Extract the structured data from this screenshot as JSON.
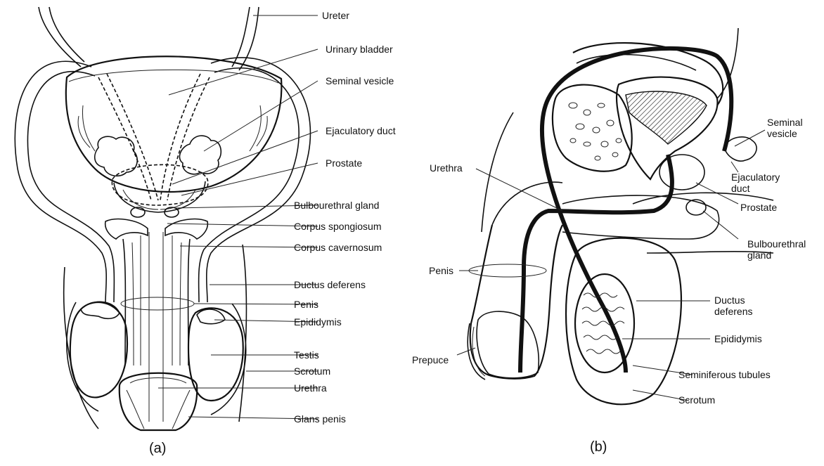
{
  "panel_a": {
    "caption": "(a)",
    "labels": {
      "ureter": "Ureter",
      "urinary_bladder": "Urinary bladder",
      "seminal_vesicle": "Seminal vesicle",
      "ejaculatory_duct": "Ejaculatory duct",
      "prostate": "Prostate",
      "bulbourethral_gland": "Bulbourethral gland",
      "corpus_spongiosum": "Corpus spongiosum",
      "corpus_cavernosum": "Corpus cavernosum",
      "ductus_deferens": "Ductus deferens",
      "penis": "Penis",
      "epididymis": "Epididymis",
      "testis": "Testis",
      "scrotum": "Scrotum",
      "urethra": "Urethra",
      "glans_penis": "Glans penis"
    }
  },
  "panel_b": {
    "caption": "(b)",
    "labels": {
      "seminal_vesicle": "Seminal vesicle",
      "urethra": "Urethra",
      "ejaculatory_duct": "Ejaculatory duct",
      "prostate": "Prostate",
      "bulbourethral_gland": "Bulbourethral gland",
      "penis": "Penis",
      "ductus_deferens": "Ductus deferens",
      "epididymis": "Epididymis",
      "prepuce": "Prepuce",
      "seminiferous_tubules": "Seminiferous tubules",
      "scrotum": "Scrotum"
    }
  }
}
